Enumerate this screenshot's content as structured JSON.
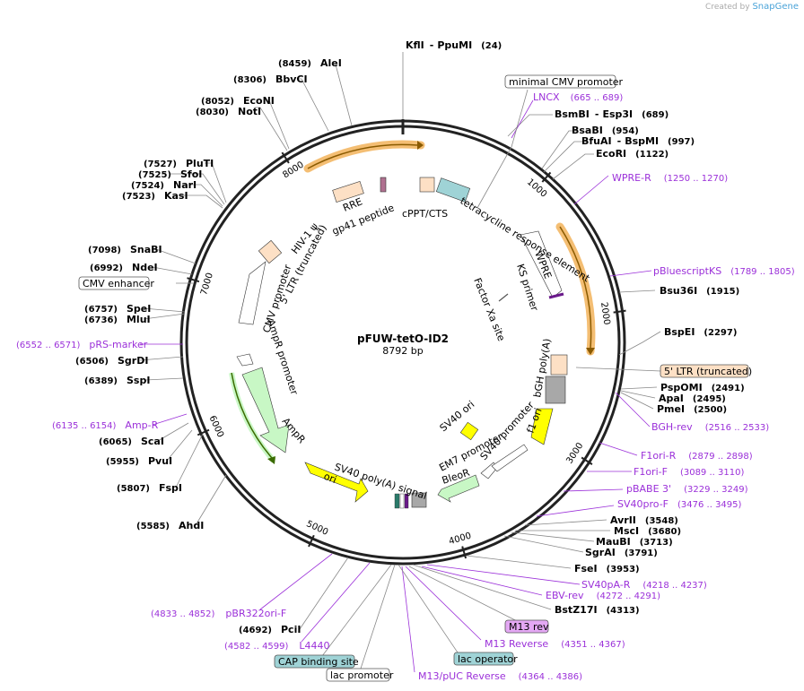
{
  "credit": {
    "prefix": "Created by",
    "brand": "SnapGene"
  },
  "plasmid": {
    "name": "pFUW-tetO-ID2",
    "size": "8792 bp"
  },
  "ticks": [
    "1000",
    "2000",
    "3000",
    "4000",
    "5000",
    "6000",
    "7000",
    "8000"
  ],
  "sites": [
    {
      "name": "KflI",
      "extra": "PpuMI",
      "pos": "(24)"
    },
    {
      "name": "BsmBI",
      "extra": "Esp3I",
      "pos": "(689)"
    },
    {
      "name": "BsaBI",
      "pos": "(954)"
    },
    {
      "name": "BfuAI",
      "extra": "BspMI",
      "pos": "(997)"
    },
    {
      "name": "EcoRI",
      "pos": "(1122)"
    },
    {
      "name": "Bsu36I",
      "pos": "(1915)"
    },
    {
      "name": "BspEI",
      "pos": "(2297)"
    },
    {
      "name": "PspOMI",
      "pos": "(2491)"
    },
    {
      "name": "ApaI",
      "pos": "(2495)"
    },
    {
      "name": "PmeI",
      "pos": "(2500)"
    },
    {
      "name": "AvrII",
      "pos": "(3548)"
    },
    {
      "name": "MscI",
      "pos": "(3680)"
    },
    {
      "name": "MauBI",
      "pos": "(3713)"
    },
    {
      "name": "SgrAI",
      "pos": "(3791)"
    },
    {
      "name": "FseI",
      "pos": "(3953)"
    },
    {
      "name": "BstZ17I",
      "pos": "(4313)"
    },
    {
      "name": "PciI",
      "pos": "(4692)"
    },
    {
      "name": "AhdI",
      "pos": "(5585)"
    },
    {
      "name": "FspI",
      "pos": "(5807)"
    },
    {
      "name": "PvuI",
      "pos": "(5955)"
    },
    {
      "name": "ScaI",
      "pos": "(6065)"
    },
    {
      "name": "SspI",
      "pos": "(6389)"
    },
    {
      "name": "SgrDI",
      "pos": "(6506)"
    },
    {
      "name": "MluI",
      "pos": "(6736)"
    },
    {
      "name": "SpeI",
      "pos": "(6757)"
    },
    {
      "name": "NdeI",
      "pos": "(6992)"
    },
    {
      "name": "SnaBI",
      "pos": "(7098)"
    },
    {
      "name": "KasI",
      "pos": "(7523)"
    },
    {
      "name": "NarI",
      "pos": "(7524)"
    },
    {
      "name": "SfoI",
      "pos": "(7525)"
    },
    {
      "name": "PluTI",
      "pos": "(7527)"
    },
    {
      "name": "NotI",
      "pos": "(8030)"
    },
    {
      "name": "EcoNI",
      "pos": "(8052)"
    },
    {
      "name": "BbvCI",
      "pos": "(8306)"
    },
    {
      "name": "AleI",
      "pos": "(8459)"
    }
  ],
  "primers": [
    {
      "name": "LNCX",
      "range": "(665 .. 689)"
    },
    {
      "name": "WPRE-R",
      "range": "(1250 .. 1270)"
    },
    {
      "name": "pBluescriptKS",
      "range": "(1789 .. 1805)"
    },
    {
      "name": "BGH-rev",
      "range": "(2516 .. 2533)"
    },
    {
      "name": "F1ori-R",
      "range": "(2879 .. 2898)"
    },
    {
      "name": "F1ori-F",
      "range": "(3089 .. 3110)"
    },
    {
      "name": "pBABE 3'",
      "range": "(3229 .. 3249)"
    },
    {
      "name": "SV40pro-F",
      "range": "(3476 .. 3495)"
    },
    {
      "name": "SV40pA-R",
      "range": "(4218 .. 4237)"
    },
    {
      "name": "EBV-rev",
      "range": "(4272 .. 4291)"
    },
    {
      "name": "M13 Reverse",
      "range": "(4351 .. 4367)"
    },
    {
      "name": "M13/pUC Reverse",
      "range": "(4364 .. 4386)"
    },
    {
      "name": "L4440",
      "range": "(4582 .. 4599)"
    },
    {
      "name": "pBR322ori-F",
      "range": "(4833 .. 4852)"
    },
    {
      "name": "pRS-marker",
      "range": "(6552 .. 6571)"
    },
    {
      "name": "Amp-R",
      "range": "(6135 .. 6154)"
    }
  ],
  "boxed_labels": [
    {
      "name": "minimal CMV promoter"
    },
    {
      "name": "5' LTR (truncated)"
    },
    {
      "name": "M13 rev"
    },
    {
      "name": "lac operator"
    },
    {
      "name": "CAP binding site"
    },
    {
      "name": "lac promoter"
    },
    {
      "name": "CMV enhancer"
    }
  ],
  "inner_features": [
    {
      "name": "tetracycline response element"
    },
    {
      "name": "cPPT/CTS"
    },
    {
      "name": "RRE"
    },
    {
      "name": "gp41 peptide"
    },
    {
      "name": "HIV-1 ψ"
    },
    {
      "name": "5' LTR (truncated)"
    },
    {
      "name": "CMV promoter"
    },
    {
      "name": "AmpR promoter"
    },
    {
      "name": "AmpR"
    },
    {
      "name": "ori"
    },
    {
      "name": "SV40 poly(A) signal"
    },
    {
      "name": "BleoR"
    },
    {
      "name": "EM7 promoter"
    },
    {
      "name": "SV40 promoter"
    },
    {
      "name": "SV40 ori"
    },
    {
      "name": "f1 ori"
    },
    {
      "name": "bGH poly(A)"
    },
    {
      "name": "KS primer"
    },
    {
      "name": "Factor Xa site"
    },
    {
      "name": "WPRE"
    }
  ],
  "colors": {
    "backbone": "#222222",
    "primer": "#9b30d9",
    "orange_arc": "#f2b35a",
    "ltr_box": "#fde0c5",
    "gray_feature": "#a8a8a8",
    "ori_yellow": "#ffff00",
    "ampr_green": "#c8f7c5",
    "tre_teal": "#9fd3d6"
  }
}
